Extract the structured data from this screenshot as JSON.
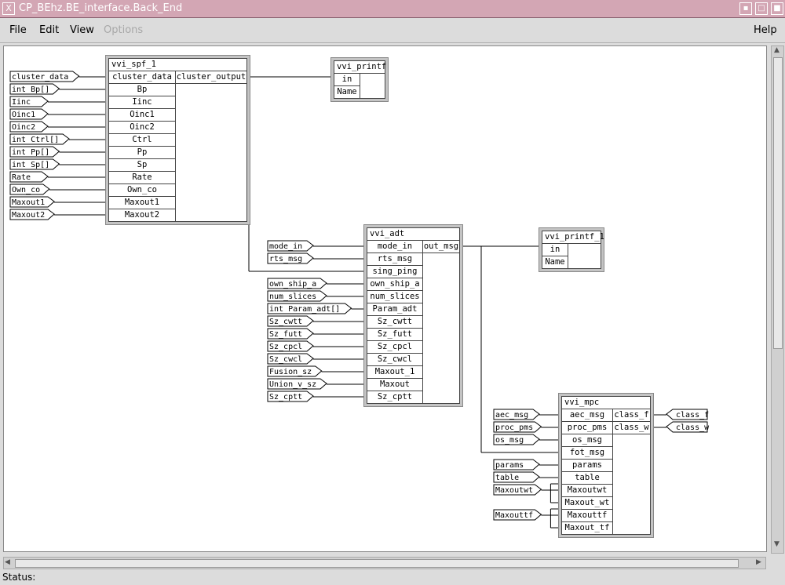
{
  "window": {
    "title": "CP_BEhz.BE_interface.Back_End"
  },
  "menu": {
    "file": "File",
    "edit": "Edit",
    "view": "View",
    "options": "Options",
    "help": "Help"
  },
  "status": "Status:",
  "diagram": {
    "blocks": [
      {
        "id": "spf",
        "name": "vvi_spf_1",
        "inputs": [
          "cluster_data",
          "Bp",
          "Iinc",
          "Oinc1",
          "Oinc2",
          "Ctrl",
          "Pp",
          "Sp",
          "Rate",
          "Own_co",
          "Maxout1",
          "Maxout2"
        ],
        "outputs": [
          "cluster_output"
        ]
      },
      {
        "id": "printf",
        "name": "vvi_printf",
        "inputs": [
          "in",
          "Name"
        ],
        "outputs": []
      },
      {
        "id": "adt",
        "name": "vvi_adt",
        "inputs": [
          "mode_in",
          "rts_msg",
          "sing_ping",
          "own_ship_a",
          "num_slices",
          "Param_adt",
          "Sz_cwtt",
          "Sz_futt",
          "Sz_cpcl",
          "Sz_cwcl",
          "Maxout_1",
          "Maxout",
          "Sz_cptt"
        ],
        "outputs": [
          "out_msg"
        ]
      },
      {
        "id": "printf1",
        "name": "vvi_printf_1",
        "inputs": [
          "in",
          "Name"
        ],
        "outputs": []
      },
      {
        "id": "mpc",
        "name": "vvi_mpc",
        "inputs": [
          "aec_msg",
          "proc_pms",
          "os_msg",
          "fot_msg",
          "params",
          "table",
          "Maxoutwt",
          "Maxout_wt",
          "Maxouttf",
          "Maxout_tf"
        ],
        "outputs": [
          "class_f",
          "class_w"
        ]
      }
    ],
    "external_inputs": {
      "spf": [
        "cluster_data",
        "int Bp[]",
        "Iinc",
        "Oinc1",
        "Oinc2",
        "int Ctrl[]",
        "int Pp[]",
        "int Sp[]",
        "Rate",
        "Own_co",
        "Maxout1",
        "Maxout2"
      ],
      "adt": [
        "mode_in",
        "rts_msg",
        "own_ship_a",
        "num_slices",
        "int Param_adt[]",
        "Sz_cwtt",
        "Sz_futt",
        "Sz_cpcl",
        "Sz_cwcl",
        "Fusion_sz",
        "Union_v_sz",
        "Sz_cptt"
      ],
      "mpc": [
        "aec_msg",
        "proc_pms",
        "os_msg",
        "params",
        "table",
        "Maxoutwt",
        "Maxouttf"
      ]
    },
    "external_outputs": {
      "mpc": [
        "class_f",
        "class_w"
      ]
    }
  }
}
